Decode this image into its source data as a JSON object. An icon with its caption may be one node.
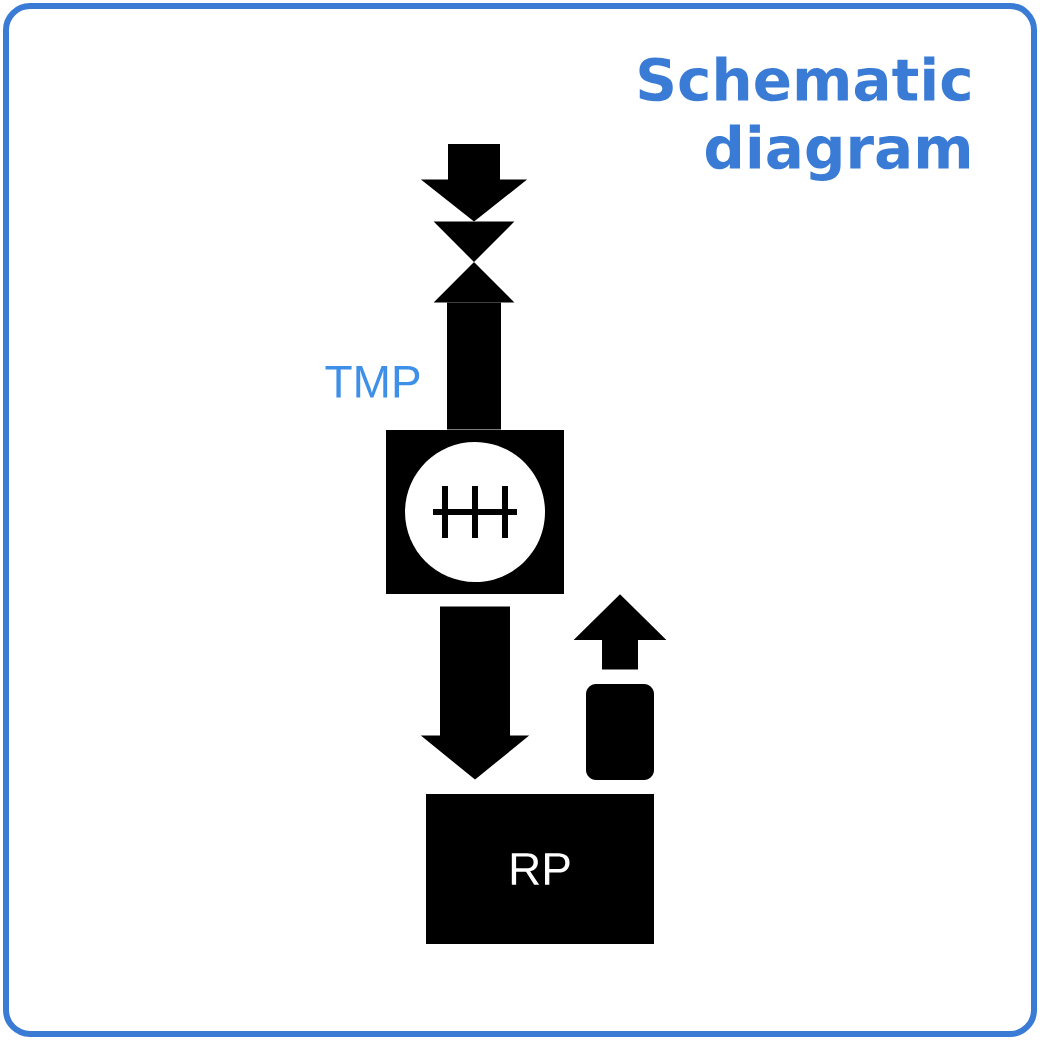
{
  "diagram": {
    "title": "Schematic diagram",
    "nodes": [
      {
        "text": [],
        "shape": "valve"
      },
      {
        "text": [],
        "shape": "box",
        "beside": [
          "TMP"
        ]
      },
      {
        "text": [
          "RP"
        ]
      },
      {
        "text": [],
        "shape": "box"
      }
    ],
    "edges": [
      {
        "from": null,
        "to": 0,
        "arrow": "to"
      },
      {
        "from": 0,
        "to": 1,
        "arrow": "none"
      },
      {
        "from": 1,
        "to": 2,
        "arrow": "to"
      },
      {
        "from": 3,
        "to": null,
        "arrow": "to"
      }
    ]
  }
}
